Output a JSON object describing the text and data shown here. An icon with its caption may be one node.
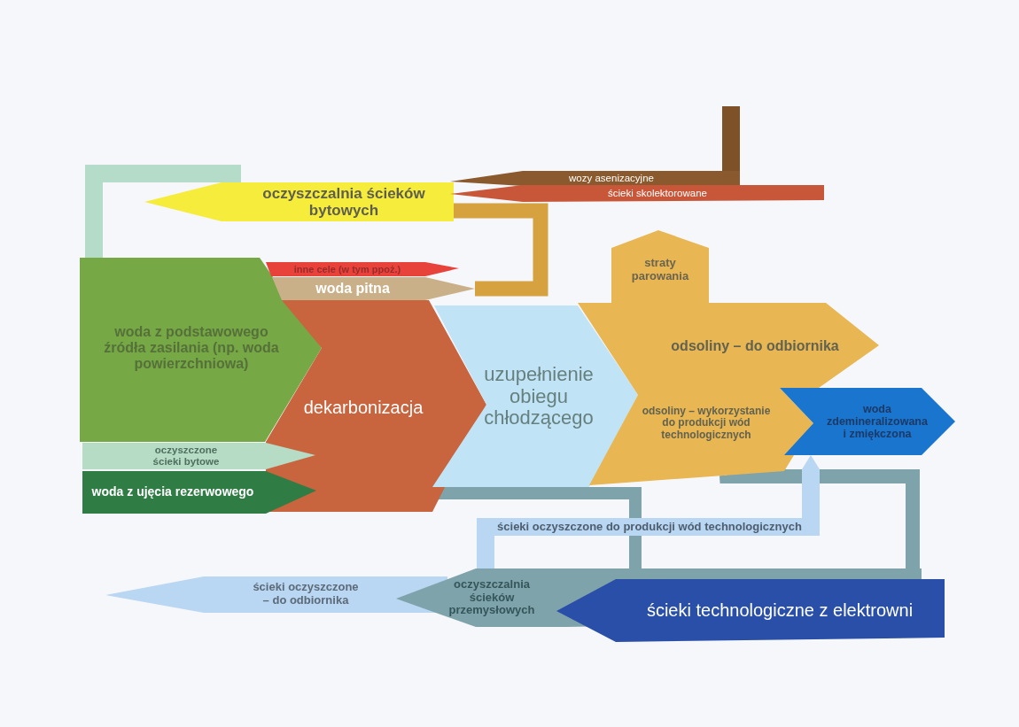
{
  "diagram": {
    "nodes": [
      {
        "text": [
          "oczyszczalnia ścieków bytowych"
        ]
      },
      {
        "text": [
          "wozy asenizacyjne"
        ]
      },
      {
        "text": [
          "ścieki skolektorowane"
        ]
      },
      {
        "text": [
          "woda z podstawowego źródła zasilania (np. woda powierzchniowa)"
        ]
      },
      {
        "text": [
          "inne cele (w tym ppoż.)"
        ]
      },
      {
        "text": [
          "woda pitna"
        ]
      },
      {
        "text": [
          "dekarbonizacja"
        ]
      },
      {
        "text": [
          "oczyszczone ścieki bytowe"
        ]
      },
      {
        "text": [
          "woda z ujęcia rezerwowego"
        ]
      },
      {
        "text": [
          "uzupełnienie obiegu chłodzącego"
        ]
      },
      {
        "text": [
          "straty parowania"
        ]
      },
      {
        "text": [
          "odsoliny – do odbiornika",
          "odsoliny – wykorzystanie do produkcji wód technologicznych"
        ]
      },
      {
        "text": [
          "woda zdemineralizowana i zmiękczona"
        ]
      },
      {
        "text": [
          "ścieki oczyszczone – do odbiornika"
        ]
      },
      {
        "text": [
          "oczyszczalnia ścieków przemysłowych"
        ]
      },
      {
        "text": [
          "ścieki technologiczne z elektrowni"
        ]
      }
    ],
    "edges": [
      {
        "from": 0,
        "to": 3,
        "arrow": "none",
        "color": "#b5dcc8"
      },
      {
        "from": 5,
        "to": 0,
        "arrow": "none",
        "color": "#d6a240"
      },
      {
        "from": null,
        "to": 1,
        "arrow": "none",
        "color": "#7e5128"
      },
      {
        "from": 9,
        "to": 14,
        "arrow": "none",
        "color": "#7fa3aa"
      },
      {
        "from": 11,
        "to": 14,
        "arrow": "none",
        "color": "#7fa3aa"
      },
      {
        "from": 14,
        "to": 12,
        "label": "ścieki oczyszczone do produkcji wód technologicznych",
        "arrow": "to",
        "color": "#b9d6f2"
      }
    ]
  }
}
